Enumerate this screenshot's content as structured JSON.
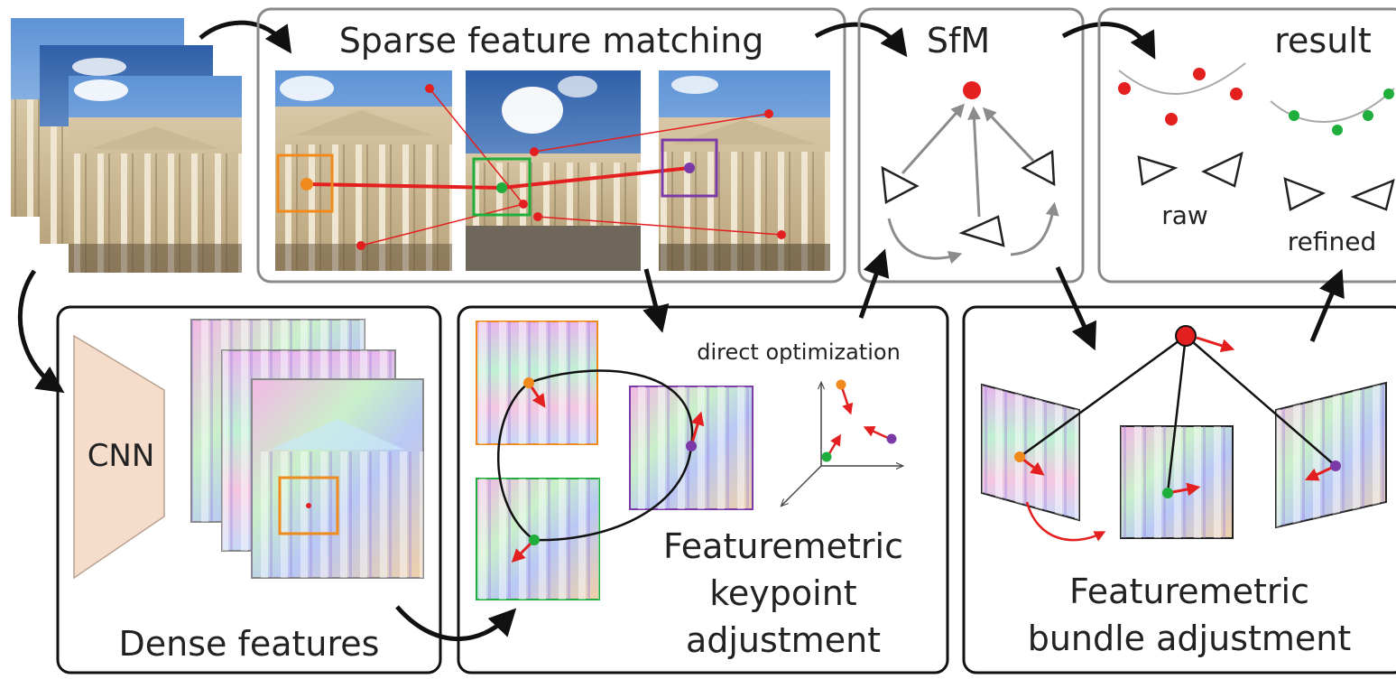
{
  "stages": {
    "sparse_matching": "Sparse feature matching",
    "sfm": "SfM",
    "result": "result",
    "raw": "raw",
    "refined": "refined",
    "cnn": "CNN",
    "dense_features": "Dense features",
    "direct_optimization": "direct optimization",
    "fka_line1": "Featuremetric",
    "fka_line2": "keypoint",
    "fka_line3": "adjustment",
    "fba_line1": "Featuremetric",
    "fba_line2": "bundle adjustment"
  },
  "colors": {
    "keypoint_orange": "#f08a1c",
    "keypoint_green": "#1fae3c",
    "keypoint_purple": "#7b3aa8",
    "match_red": "#e41f1f",
    "frame_gray": "#8a8a8a",
    "cnn_fill": "#f6dccb"
  },
  "icons": [
    "flow-arrow-icon",
    "camera-icon",
    "point-icon",
    "axes-icon"
  ]
}
